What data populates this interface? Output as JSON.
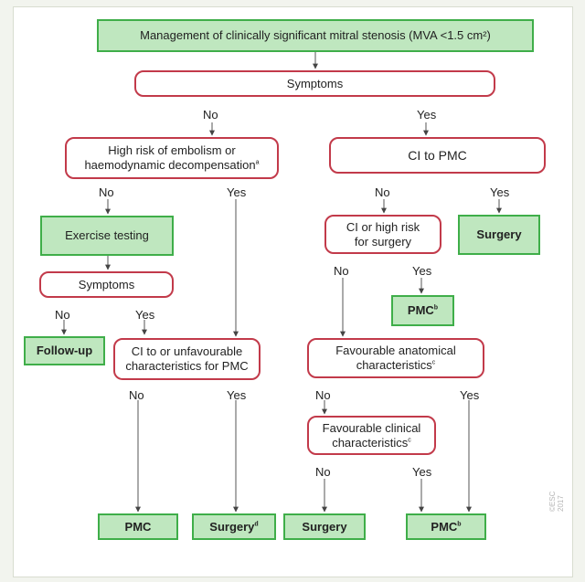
{
  "nodes": {
    "title": "Management of clinically significant mitral stenosis (MVA <1.5 cm²)",
    "symptoms_top": "Symptoms",
    "high_risk": {
      "line1": "High risk of embolism or",
      "line2": "haemodynamic decompensation",
      "sup": "a"
    },
    "ci_to_pmc": "CI to PMC",
    "exercise_testing": "Exercise testing",
    "symptoms_left": "Symptoms",
    "follow_up": "Follow-up",
    "ci_unfavourable": {
      "line1": "CI to or unfavourable",
      "line2": "characteristics for PMC"
    },
    "ci_high_risk": {
      "line1": "CI or high risk",
      "line2": "for surgery"
    },
    "surgery_right": "Surgery",
    "pmc_b_mid": {
      "text": "PMC",
      "sup": "b"
    },
    "fav_anatomical": {
      "line1": "Favourable anatomical",
      "line2": "characteristics",
      "sup": "c"
    },
    "fav_clinical": {
      "line1": "Favourable clinical",
      "line2": "characteristics",
      "sup": "c"
    },
    "pmc_bottom": "PMC",
    "surgery_d": {
      "text": "Surgery",
      "sup": "d"
    },
    "surgery_bottom": "Surgery",
    "pmc_b_bottom": {
      "text": "PMC",
      "sup": "b"
    }
  },
  "labels": {
    "no": "No",
    "yes": "Yes"
  },
  "watermark": "©ESC 2017",
  "colors": {
    "green_fill": "#bfe7bf",
    "green_border": "#3fae49",
    "red_border": "#c23a4a",
    "line": "#555555"
  }
}
